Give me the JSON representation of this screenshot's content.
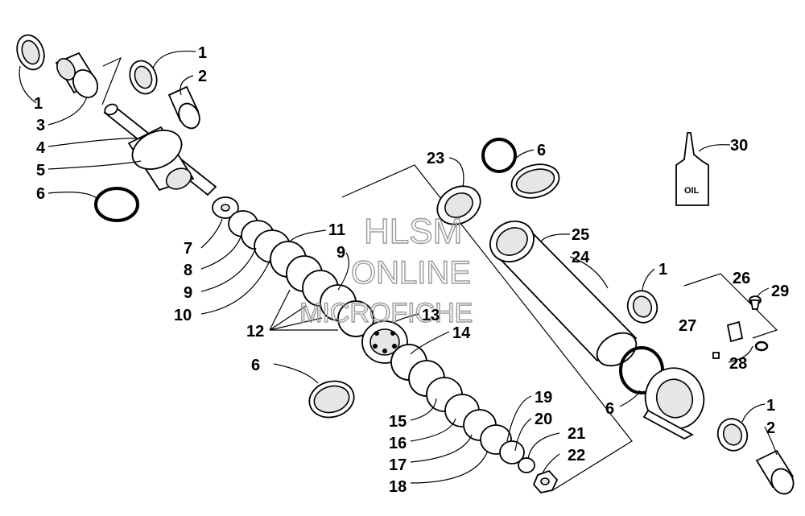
{
  "watermark": {
    "line1": "HLSM",
    "line2": "ONLINE",
    "line3": "MICROFICHE"
  },
  "oil_label": "OIL",
  "callouts": {
    "c1a": "1",
    "c2a": "2",
    "c1b": "1",
    "c3": "3",
    "c4": "4",
    "c5": "5",
    "c6a": "6",
    "c7": "7",
    "c8": "8",
    "c9a": "9",
    "c9b": "9",
    "c10": "10",
    "c11": "11",
    "c12": "12",
    "c13": "13",
    "c14": "14",
    "c6b": "6",
    "c15": "15",
    "c16": "16",
    "c17": "17",
    "c18": "18",
    "c19": "19",
    "c20": "20",
    "c21": "21",
    "c22": "22",
    "c23": "23",
    "c6c": "6",
    "c25": "25",
    "c24": "24",
    "c30": "30",
    "c1c": "1",
    "c26": "26",
    "c29": "29",
    "c27": "27",
    "c28": "28",
    "c6d": "6",
    "c1d": "1",
    "c2b": "2"
  }
}
